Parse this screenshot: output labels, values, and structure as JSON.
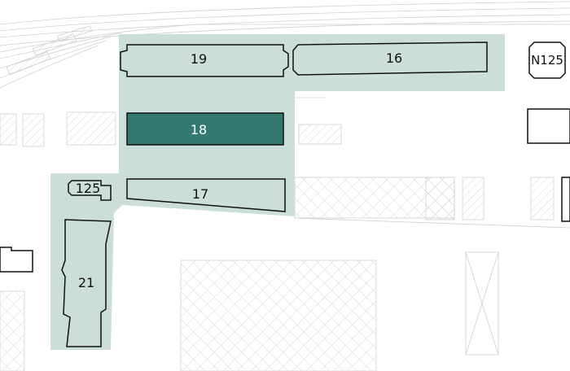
{
  "map": {
    "colors": {
      "site_area": "#cbdeda",
      "building_fill": "#cbdeda",
      "selected_fill": "#33796f",
      "selected_text": "#ffffff",
      "outline": "#111111",
      "context_line": "#cfcfcf"
    },
    "buildings": [
      {
        "id": "19",
        "label": "19",
        "selected": false
      },
      {
        "id": "16",
        "label": "16",
        "selected": false
      },
      {
        "id": "18",
        "label": "18",
        "selected": true
      },
      {
        "id": "17",
        "label": "17",
        "selected": false
      },
      {
        "id": "125",
        "label": "125",
        "selected": false
      },
      {
        "id": "21",
        "label": "21",
        "selected": false
      }
    ],
    "marker": {
      "label": "N125"
    }
  }
}
